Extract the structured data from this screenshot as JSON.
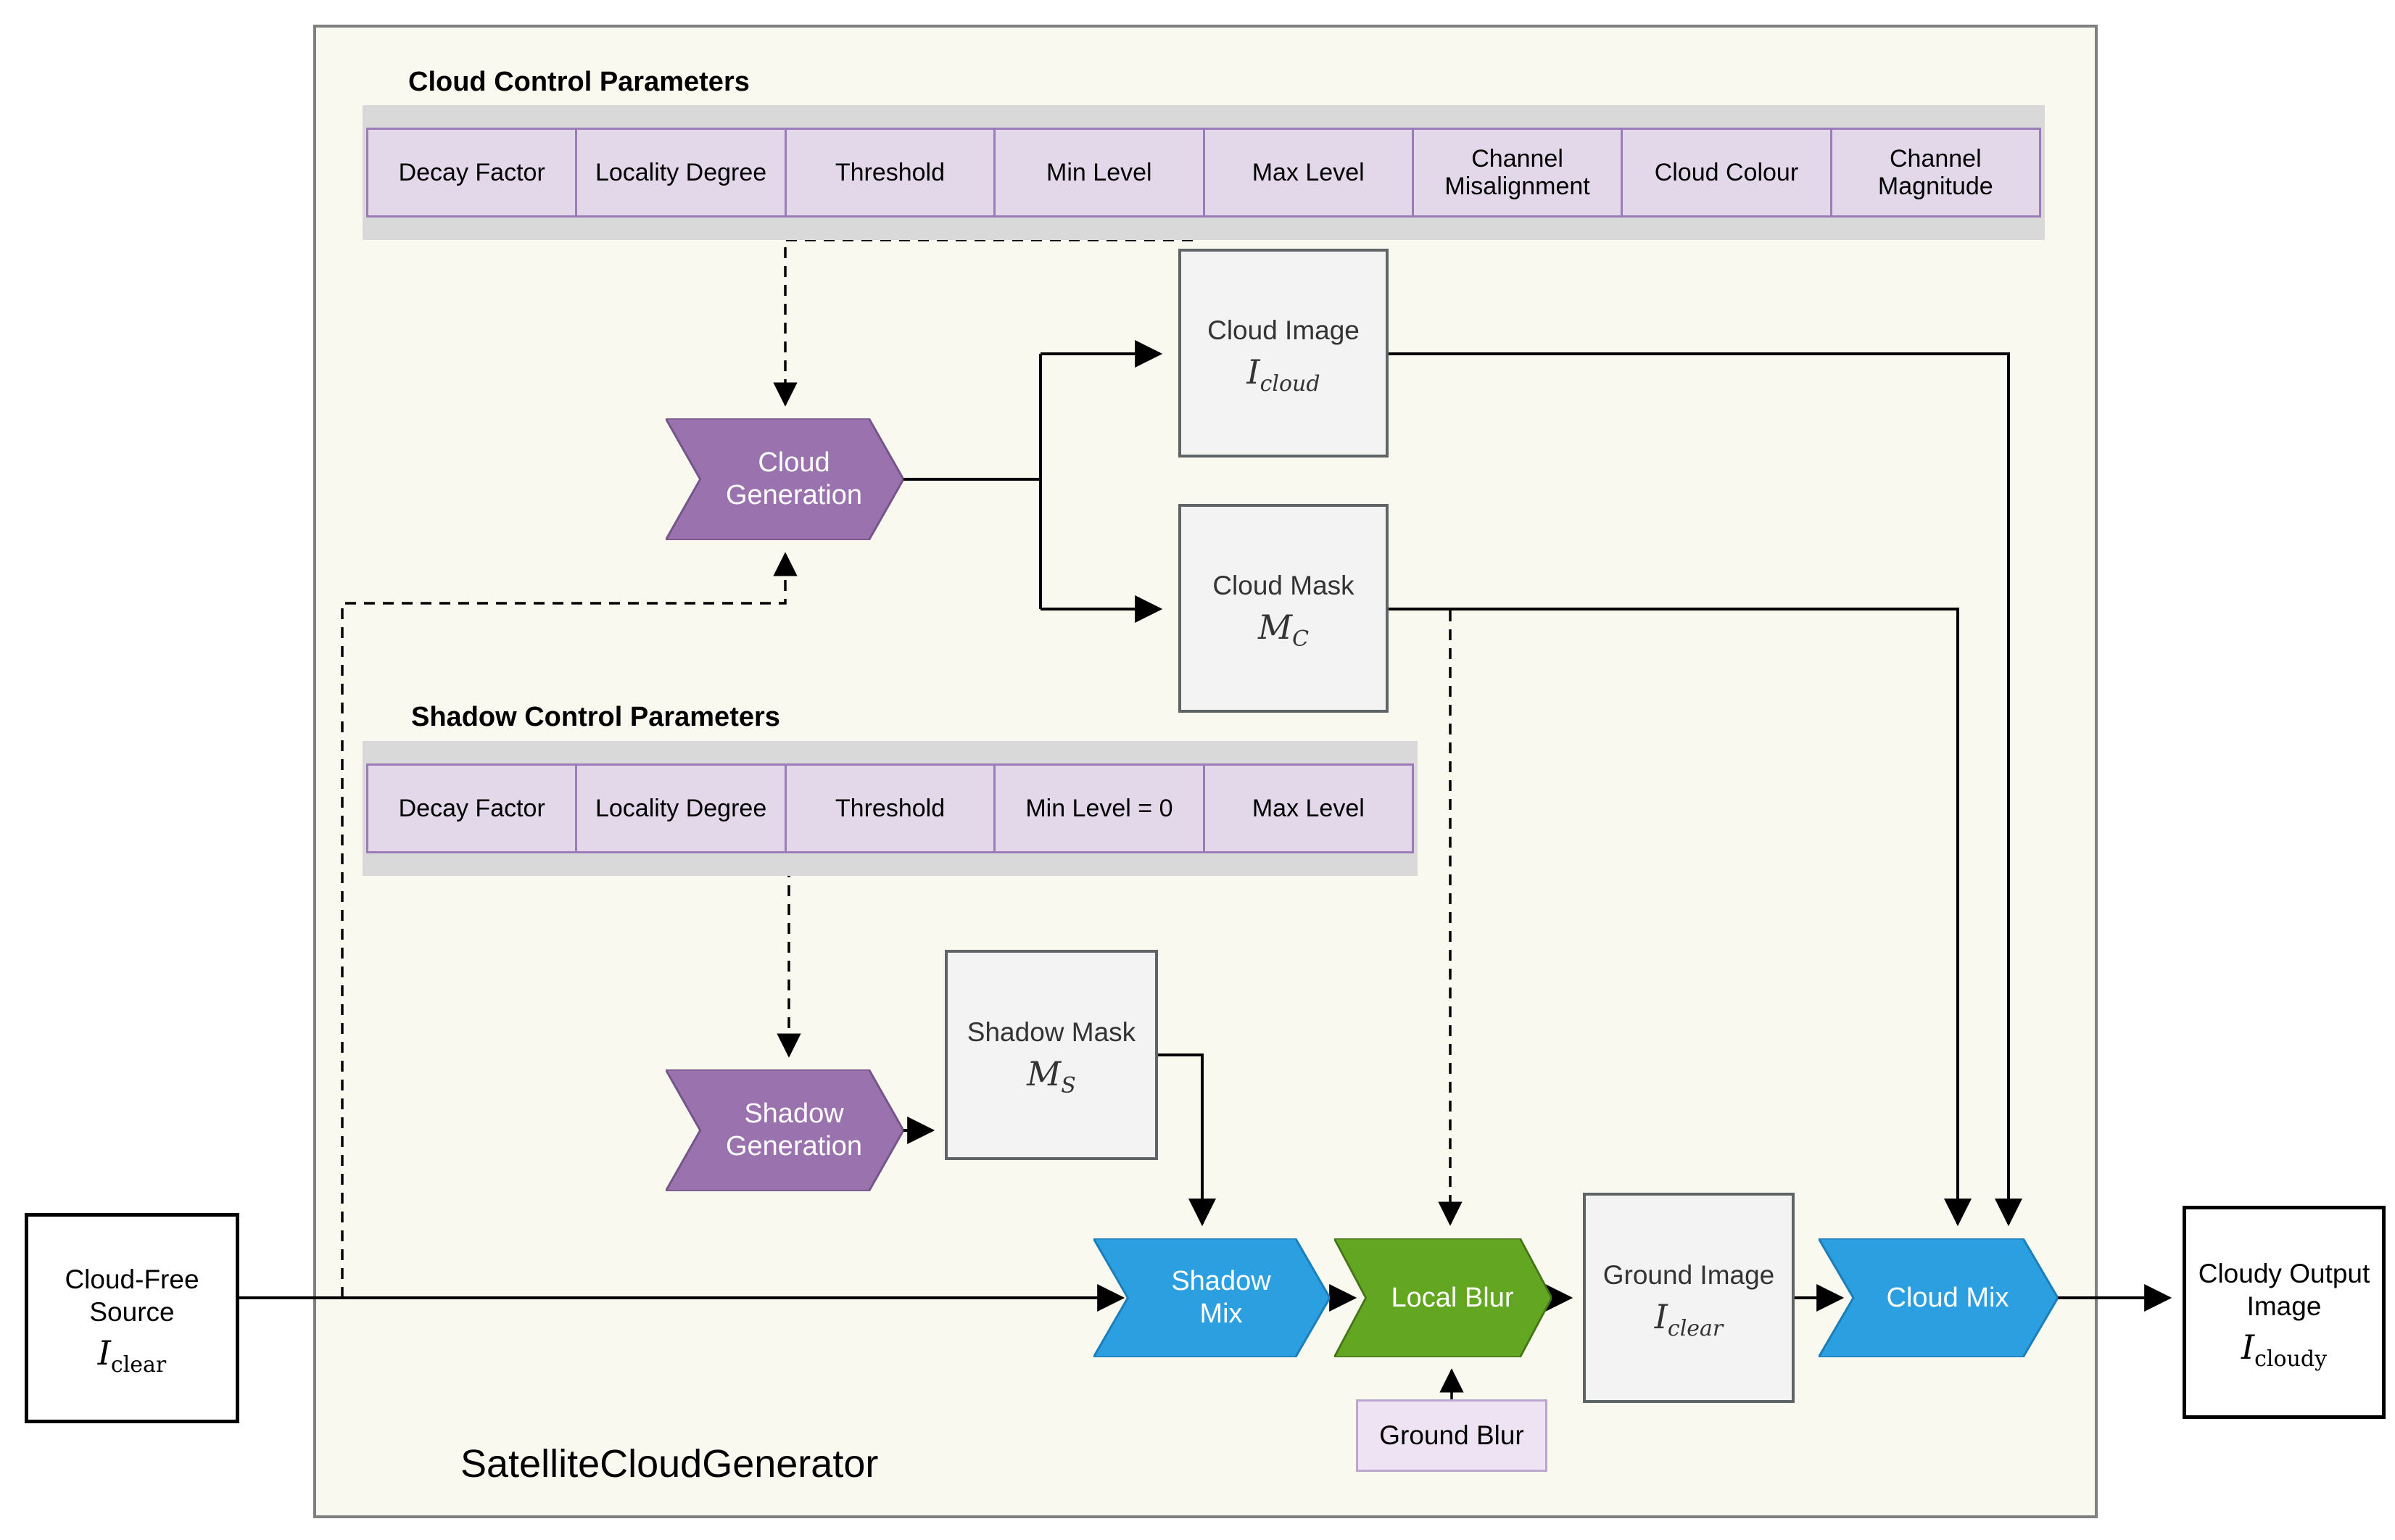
{
  "diagram_title": "SatelliteCloudGenerator",
  "cloud_params": {
    "title": "Cloud Control Parameters",
    "columns": [
      "Decay Factor",
      "Locality Degree",
      "Threshold",
      "Min Level",
      "Max Level",
      "Channel Misalignment",
      "Cloud Colour",
      "Channel Magnitude"
    ]
  },
  "shadow_params": {
    "title": "Shadow Control Parameters",
    "columns": [
      "Decay Factor",
      "Locality Degree",
      "Threshold",
      "Min Level = 0",
      "Max Level"
    ]
  },
  "nodes": {
    "cloud_generation": {
      "label": "Cloud Generation"
    },
    "shadow_generation": {
      "label": "Shadow Generation"
    },
    "cloud_image": {
      "label": "Cloud Image",
      "symbol": "I",
      "subscript": "cloud"
    },
    "cloud_mask": {
      "label": "Cloud Mask",
      "symbol": "M",
      "subscript": "C"
    },
    "shadow_mask": {
      "label": "Shadow Mask",
      "symbol": "M",
      "subscript": "S"
    },
    "cloud_free_source": {
      "label": "Cloud-Free Source",
      "symbol": "I",
      "subscript": "clear"
    },
    "shadow_mix": {
      "label": "Shadow Mix"
    },
    "local_blur": {
      "label": "Local Blur"
    },
    "ground_image": {
      "label": "Ground Image",
      "symbol": "I",
      "subscript": "clear"
    },
    "cloud_mix": {
      "label": "Cloud Mix"
    },
    "cloudy_output": {
      "label": "Cloudy Output Image",
      "symbol": "I",
      "subscript": "cloudy"
    },
    "ground_blur": {
      "label": "Ground Blur"
    }
  },
  "colors": {
    "container_bg": "#FAF9F0",
    "container_border": "#7F7F7F",
    "table_band_bg": "#D9D9D9",
    "table_cell_bg": "#E3D7EA",
    "table_cell_border": "#9C7BB9",
    "purple_fill": "#9A72AE",
    "purple_border": "#755689",
    "blue_fill": "#2C9FE0",
    "blue_border": "#1B7EB8",
    "green_fill": "#63A621",
    "green_border": "#447417",
    "box_gray_bg": "#F3F3F3",
    "box_gray_border": "#5F6466",
    "ground_blur_bg": "#EDE3F2",
    "ground_blur_border": "#BCA6CE",
    "connector": "#000000"
  }
}
